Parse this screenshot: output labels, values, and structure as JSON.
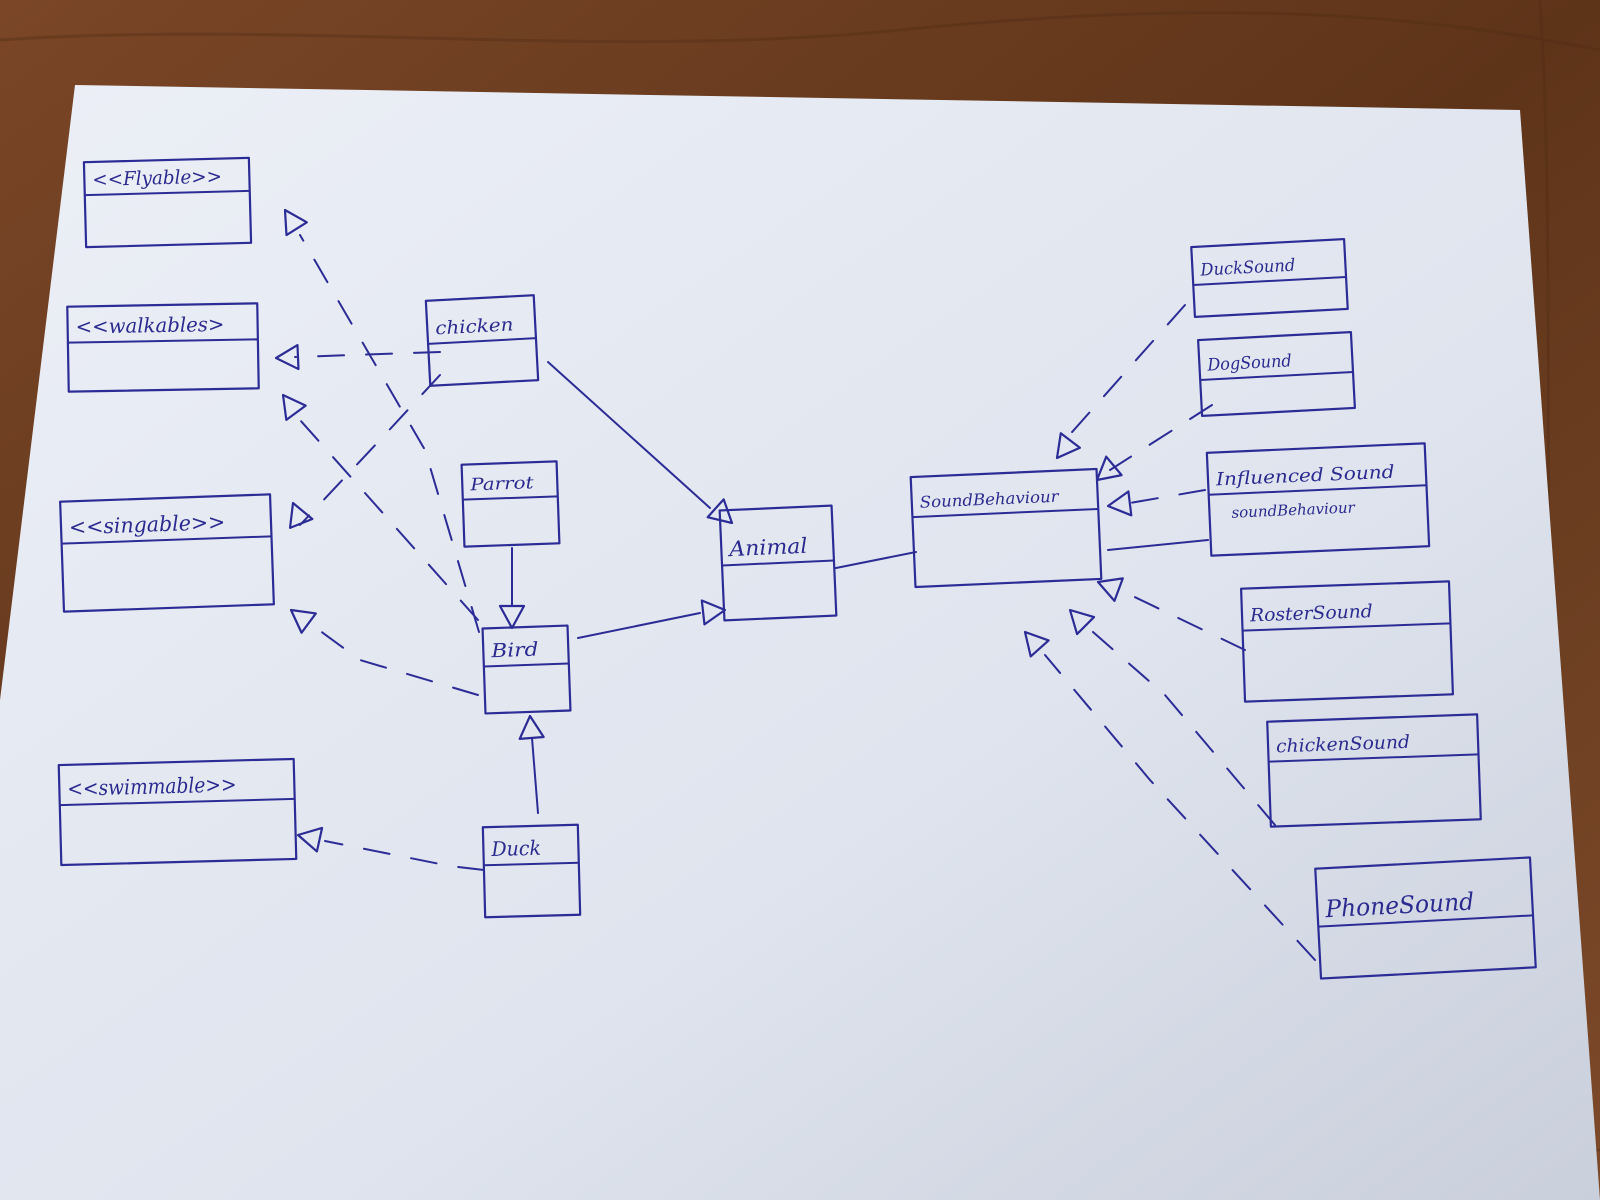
{
  "diagram": {
    "ink_color": "#2c2c96",
    "paper_color": "#dfe4ee",
    "table_color": "#6e3f22",
    "classes": [
      {
        "id": "flyable",
        "name": "<<Flyable>>",
        "kind": "interface"
      },
      {
        "id": "walkables",
        "name": "<<walkables>",
        "kind": "interface"
      },
      {
        "id": "singable",
        "name": "<<singable>>",
        "kind": "interface"
      },
      {
        "id": "swimmable",
        "name": "<<swimmable>>",
        "kind": "interface"
      },
      {
        "id": "chicken",
        "name": "chicken",
        "kind": "class"
      },
      {
        "id": "parrot",
        "name": "Parrot",
        "kind": "class"
      },
      {
        "id": "bird",
        "name": "Bird",
        "kind": "class"
      },
      {
        "id": "duck",
        "name": "Duck",
        "kind": "class"
      },
      {
        "id": "animal",
        "name": "Animal",
        "kind": "class"
      },
      {
        "id": "soundbehaviour",
        "name": "SoundBehaviour",
        "kind": "interface"
      },
      {
        "id": "ducksound",
        "name": "DuckSound",
        "kind": "class"
      },
      {
        "id": "dogsound",
        "name": "DogSound",
        "kind": "class"
      },
      {
        "id": "influencedsound",
        "name": "Influenced Sound",
        "attribute": "soundBehaviour",
        "kind": "class"
      },
      {
        "id": "rostersound",
        "name": "RosterSound",
        "kind": "class"
      },
      {
        "id": "chickensound",
        "name": "chickenSound",
        "kind": "class"
      },
      {
        "id": "phonesound",
        "name": "PhoneSound",
        "kind": "class"
      }
    ],
    "relations": [
      {
        "from": "chicken",
        "to": "walkables",
        "type": "realization"
      },
      {
        "from": "chicken",
        "to": "animal",
        "type": "generalization"
      },
      {
        "from": "bird",
        "to": "flyable",
        "type": "realization"
      },
      {
        "from": "bird",
        "to": "walkables",
        "type": "realization"
      },
      {
        "from": "bird",
        "to": "singable",
        "type": "realization"
      },
      {
        "from": "bird",
        "to": "singable",
        "type": "realization"
      },
      {
        "from": "parrot",
        "to": "bird",
        "type": "generalization"
      },
      {
        "from": "duck",
        "to": "bird",
        "type": "generalization"
      },
      {
        "from": "duck",
        "to": "swimmable",
        "type": "realization"
      },
      {
        "from": "bird",
        "to": "animal",
        "type": "generalization"
      },
      {
        "from": "animal",
        "to": "soundbehaviour",
        "type": "association"
      },
      {
        "from": "ducksound",
        "to": "soundbehaviour",
        "type": "realization"
      },
      {
        "from": "dogsound",
        "to": "soundbehaviour",
        "type": "realization"
      },
      {
        "from": "influencedsound",
        "to": "soundbehaviour",
        "type": "realization"
      },
      {
        "from": "influencedsound",
        "to": "soundbehaviour",
        "type": "association"
      },
      {
        "from": "rostersound",
        "to": "soundbehaviour",
        "type": "realization"
      },
      {
        "from": "chickensound",
        "to": "soundbehaviour",
        "type": "realization"
      },
      {
        "from": "phonesound",
        "to": "soundbehaviour",
        "type": "realization"
      }
    ]
  }
}
